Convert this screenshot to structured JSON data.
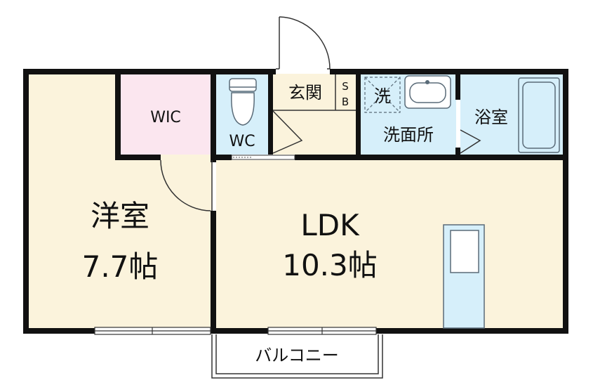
{
  "rooms": {
    "western_room": {
      "name": "洋室",
      "size": "7.7帖"
    },
    "ldk": {
      "name": "LDK",
      "size": "10.3帖"
    },
    "walk_in_closet": {
      "name": "WIC"
    },
    "toilet": {
      "name": "WC"
    },
    "entrance": {
      "name": "玄関"
    },
    "shoe_box": {
      "line1": "S",
      "line2": "B"
    },
    "washroom": {
      "name": "洗面所"
    },
    "washer": {
      "name": "洗"
    },
    "bathroom": {
      "name": "浴室"
    },
    "balcony": {
      "name": "バルコニー"
    }
  },
  "colors": {
    "room_cream": "#fbf3dc",
    "wet_area_blue": "#d6effa",
    "closet_pink": "#fbe6ef",
    "wall": "#111111",
    "fixture_line": "#5a6b78"
  }
}
